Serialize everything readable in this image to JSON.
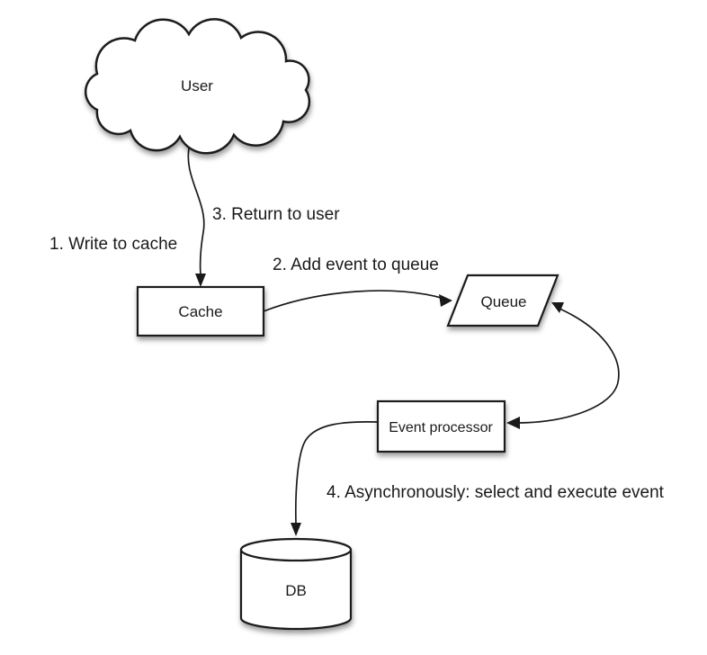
{
  "diagram_type": "flow-diagram",
  "colors": {
    "ink": "#1a1a1a",
    "shape_fill": "#ffffff",
    "background": "#ffffff",
    "shadow": "rgba(0,0,0,0.4)"
  },
  "nodes": {
    "user": {
      "label": "User",
      "shape": "cloud"
    },
    "cache": {
      "label": "Cache",
      "shape": "rectangle"
    },
    "queue": {
      "label": "Queue",
      "shape": "parallelogram"
    },
    "event_processor": {
      "label": "Event processor",
      "shape": "rectangle"
    },
    "db": {
      "label": "DB",
      "shape": "cylinder"
    }
  },
  "edges": {
    "write_to_cache": {
      "label": "1. Write to cache",
      "from": "user",
      "to": "cache",
      "arrowhead": "into cache"
    },
    "add_event_to_queue": {
      "label": "2. Add event to queue",
      "from": "cache",
      "to": "queue",
      "arrowhead": "into queue"
    },
    "return_to_user": {
      "label": "3. Return to user",
      "from": "cache",
      "to": "user",
      "arrowhead": "shared line with step 1"
    },
    "queue_event_processor": {
      "label": "",
      "from": "queue",
      "to": "event_processor",
      "arrowhead": "both ends"
    },
    "async_execute": {
      "label": "4. Asynchronously: select and execute event",
      "from": "event_processor",
      "to": "db",
      "arrowhead": "into db"
    }
  }
}
